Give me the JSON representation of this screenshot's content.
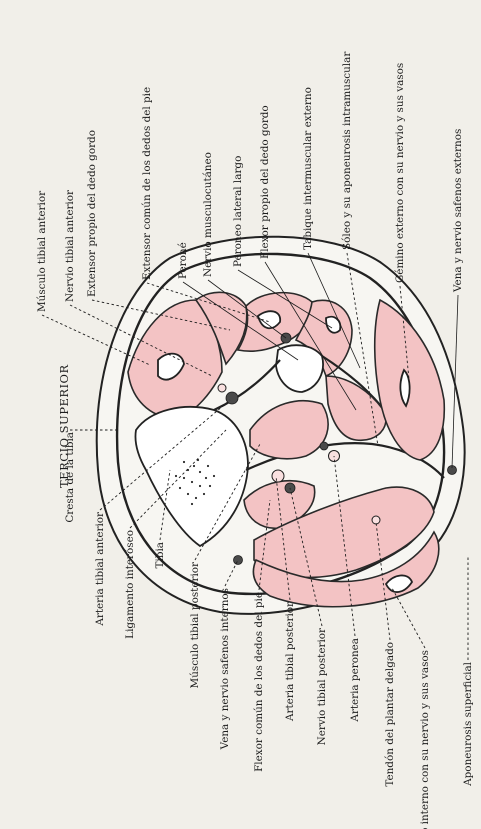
{
  "title": "TERCIO SUPERIOR",
  "labels_top": [
    "Músculo tibial anterior",
    "Nervio tibial anterior",
    "Extensor propio del dedo gordo",
    "Extensor común de los dedos del pie",
    "Peroné",
    "Nervio musculocutáneo",
    "Peroneo lateral largo",
    "Flexor propio del dedo gordo",
    "Tabique intermuscular externo",
    "Sóleo y su aponeurosis intramuscular",
    "Gémino externo con su nervio y sus vasos",
    "Vena y nervio safenos externos"
  ],
  "labels_bottom": [
    "Cresta de la tibia",
    "Arteria tibial anterior",
    "Ligamento interóseo",
    "Tibia",
    "Músculo tibial posterior",
    "Vena y nervio safenos internos",
    "Flexor común de los dedos del pie",
    "Arteria tibial posterior",
    "Nervio tibial posterior",
    "Arteria peronea",
    "Tendón del plantar delgado",
    "Gémino interno con su nervio y sus vasos",
    "Aponeurosis superficial"
  ]
}
